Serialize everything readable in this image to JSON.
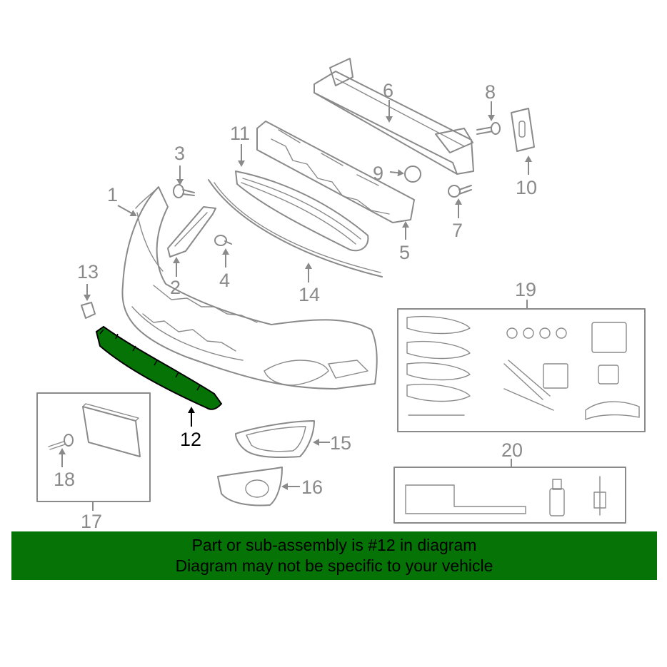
{
  "callouts": [
    "1",
    "2",
    "3",
    "4",
    "5",
    "6",
    "7",
    "8",
    "9",
    "10",
    "11",
    "12",
    "13",
    "14",
    "15",
    "16",
    "17",
    "18",
    "19",
    "20"
  ],
  "highlighted_part": "12",
  "banner": {
    "line1": "Part or sub-assembly is #12 in diagram",
    "line2": "Diagram may not be specific to your vehicle"
  },
  "colors": {
    "highlight_part": "#067306",
    "banner_bg": "#067306",
    "line_art": "#8a8a8a"
  }
}
